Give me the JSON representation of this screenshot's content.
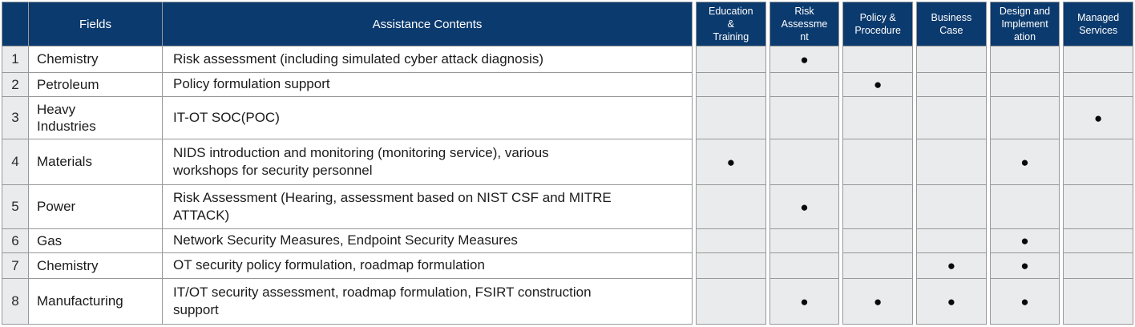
{
  "table": {
    "headers": {
      "row_num": "",
      "fields": "Fields",
      "contents": "Assistance Contents"
    }
  },
  "categories": [
    {
      "label": "Education\n&\nTraining"
    },
    {
      "label": "Risk\nAssessme\nnt"
    },
    {
      "label": "Policy &\nProcedure"
    },
    {
      "label": "Business\nCase"
    },
    {
      "label": "Design and\nImplement\nation"
    },
    {
      "label": "Managed\nServices"
    }
  ],
  "dot_symbol": "●",
  "colors": {
    "header_bg": "#0b3a6e",
    "header_text": "#ffffff",
    "gray_cell_bg": "#eaebec",
    "border": "#989898",
    "dot": "#000000"
  },
  "rows": [
    {
      "num": "1",
      "field": "Chemistry",
      "content": "Risk assessment (including simulated cyber attack diagnosis)",
      "marks": [
        "",
        "●",
        "",
        "",
        "",
        ""
      ]
    },
    {
      "num": "2",
      "field": "Petroleum",
      "content": "Policy formulation support",
      "marks": [
        "",
        "",
        "●",
        "",
        "",
        ""
      ]
    },
    {
      "num": "3",
      "field": "Heavy\nIndustries",
      "content": "IT-OT SOC(POC)",
      "marks": [
        "",
        "",
        "",
        "",
        "",
        "●"
      ]
    },
    {
      "num": "4",
      "field": "Materials",
      "content": "NIDS introduction and monitoring (monitoring service), various\nworkshops for security personnel",
      "marks": [
        "●",
        "",
        "",
        "",
        "●",
        ""
      ]
    },
    {
      "num": "5",
      "field": "Power",
      "content": "Risk Assessment (Hearing, assessment based on NIST CSF and MITRE\nATTACK)",
      "marks": [
        "",
        "●",
        "",
        "",
        "",
        ""
      ]
    },
    {
      "num": "6",
      "field": "Gas",
      "content": "Network Security Measures, Endpoint Security Measures",
      "marks": [
        "",
        "",
        "",
        "",
        "●",
        ""
      ]
    },
    {
      "num": "7",
      "field": "Chemistry",
      "content": "OT security policy formulation, roadmap formulation",
      "marks": [
        "",
        "",
        "",
        "●",
        "●",
        ""
      ]
    },
    {
      "num": "8",
      "field": "Manufacturing",
      "content": "IT/OT security assessment, roadmap formulation, FSIRT construction\nsupport",
      "marks": [
        "",
        "●",
        "●",
        "●",
        "●",
        ""
      ]
    }
  ]
}
